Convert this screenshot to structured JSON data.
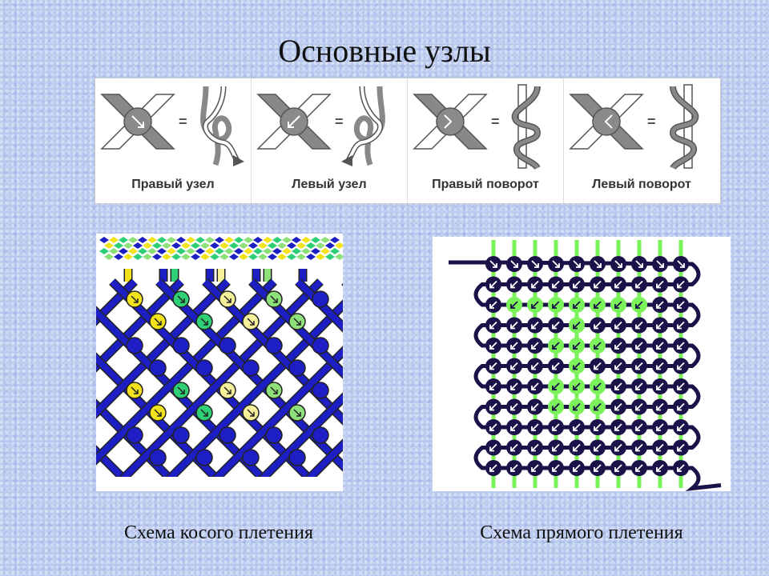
{
  "title": "Основные узлы",
  "knots": [
    {
      "label": "Правый узел",
      "arrow": "right-down"
    },
    {
      "label": "Левый узел",
      "arrow": "left-down"
    },
    {
      "label": "Правый поворот",
      "arrow": "right-turn"
    },
    {
      "label": "Левый поворот",
      "arrow": "left-turn"
    }
  ],
  "captions": {
    "diagonal": "Схема косого плетения",
    "straight": "Схема прямого плетения"
  },
  "colors": {
    "yellow": "#f2e21c",
    "green": "#2fcf75",
    "pale_yellow": "#f7f09a",
    "light_green": "#8ee07a",
    "blue": "#1d1fc4",
    "dark_navy": "#1a1248",
    "bright_green": "#7cf25a",
    "knot_gray": "#9a9a9a",
    "knot_dark": "#777777"
  }
}
